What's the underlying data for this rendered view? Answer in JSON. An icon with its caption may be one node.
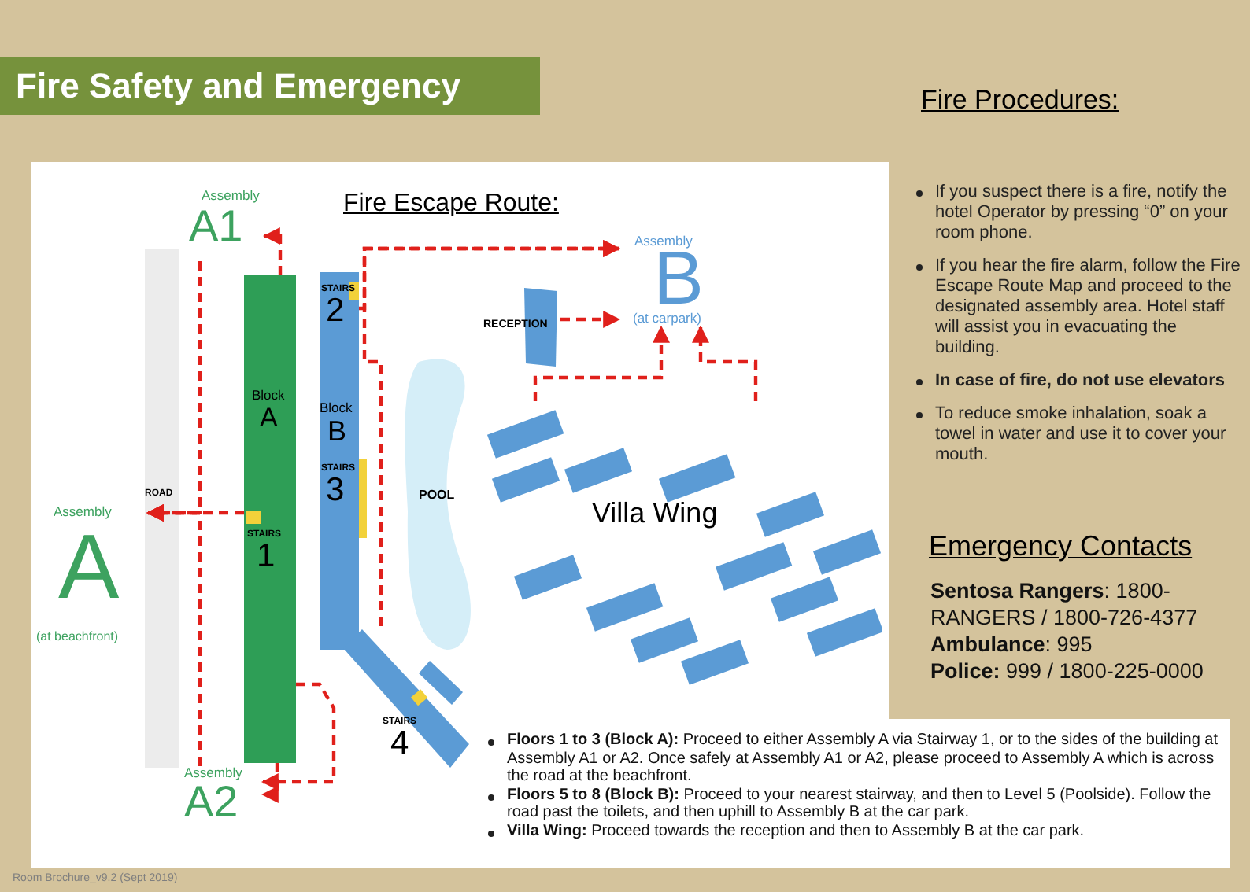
{
  "diagram": {
    "title": "Fire Safety and Emergency",
    "nodes": [
      {
        "text": [
          "Assembly",
          "A1"
        ]
      },
      {
        "text": [
          "Block",
          "A",
          "STAIRS",
          "1"
        ]
      },
      {
        "text": [
          "STAIRS",
          "2",
          "Block",
          "B",
          "STAIRS",
          "3"
        ]
      },
      {
        "text": [
          "RECEPTION"
        ]
      },
      {
        "text": [
          "Assembly",
          "B",
          "(at carpark)"
        ]
      },
      {
        "text": [
          "Assembly",
          "A",
          "(at beachfront)"
        ]
      },
      {
        "text": [
          "POOL"
        ]
      },
      {
        "text": [
          "Villa Wing"
        ]
      },
      {
        "text": [
          "STAIRS",
          "4"
        ]
      },
      {
        "text": [
          "Assembly",
          "A2"
        ]
      }
    ],
    "edges": [
      {
        "from": 1,
        "to": 0,
        "arrow": "to",
        "style": "dashed"
      },
      {
        "from": 0,
        "to": 5,
        "arrow": "to",
        "style": "dashed"
      },
      {
        "from": 1,
        "to": 5,
        "arrow": "to",
        "style": "dashed"
      },
      {
        "from": 9,
        "to": 5,
        "arrow": "to",
        "style": "dashed"
      },
      {
        "from": 1,
        "to": 9,
        "arrow": "to",
        "style": "dashed"
      },
      {
        "from": 1,
        "to": 9,
        "arrow": "to",
        "style": "dashed"
      },
      {
        "from": 2,
        "to": 4,
        "arrow": "to",
        "style": "dashed"
      },
      {
        "from": 8,
        "to": 4,
        "arrow": "to",
        "style": "dashed"
      },
      {
        "from": 3,
        "to": 4,
        "arrow": "to",
        "style": "dashed"
      },
      {
        "from": 7,
        "to": 4,
        "arrow": "to",
        "style": "dashed"
      },
      {
        "from": 7,
        "to": 4,
        "arrow": "to",
        "style": "dashed"
      }
    ],
    "labels": [
      "Fire Escape Route:",
      "ROAD",
      "Fire Procedures:",
      "If you suspect there is a fire, notify the hotel Operator by pressing “0” on your room phone.",
      "If you hear the fire alarm, follow the Fire Escape Route Map and proceed to the designated assembly area. Hotel staff will assist you in evacuating the building.",
      "In case of fire, do not use elevators",
      "To reduce smoke inhalation, soak a towel in water and use it to cover your mouth.",
      "Emergency Contacts",
      "**Sentosa Rangers**: 1800-RANGERS / 1800-726-4377",
      "**Ambulance**: 995",
      "**Police:** 999 / 1800-225-0000",
      "**Floors 1 to 3 (Block A):** Proceed to either Assembly A via Stairway 1, or to the sides of the building at Assembly A1 or A2. Once safely at Assembly A1 or A2, please proceed to Assembly A which is across the road at the beachfront.",
      "**Floors 5 to 8 (Block B):** Proceed to your nearest stairway, and then to Level 5 (Poolside). Follow the road past the toilets, and then uphill to Assembly B at the car park.",
      "**Villa Wing:** Proceed towards the reception and then to Assembly B at the car park.",
      "Room Brochure_v9.2 (Sept 2019)"
    ]
  }
}
